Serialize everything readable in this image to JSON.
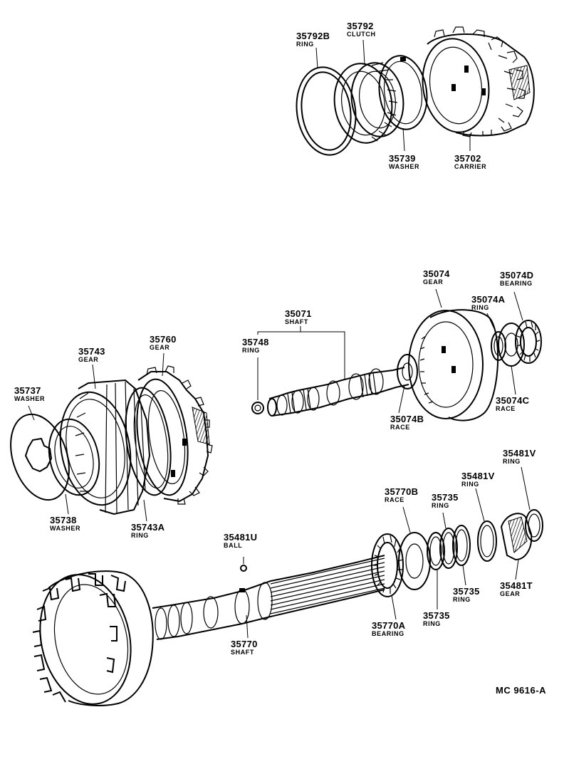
{
  "parts": {
    "p35792b": {
      "number": "35792B",
      "name": "RING"
    },
    "p35792": {
      "number": "35792",
      "name": "CLUTCH"
    },
    "p35739": {
      "number": "35739",
      "name": "WASHER"
    },
    "p35702": {
      "number": "35702",
      "name": "CARRIER"
    },
    "p35074": {
      "number": "35074",
      "name": "GEAR"
    },
    "p35074d": {
      "number": "35074D",
      "name": "BEARING"
    },
    "p35074a": {
      "number": "35074A",
      "name": "RING"
    },
    "p35071": {
      "number": "35071",
      "name": "SHAFT"
    },
    "p35748": {
      "number": "35748",
      "name": "RING"
    },
    "p35074b": {
      "number": "35074B",
      "name": "RACE"
    },
    "p35074c": {
      "number": "35074C",
      "name": "RACE"
    },
    "p35760": {
      "number": "35760",
      "name": "GEAR"
    },
    "p35743": {
      "number": "35743",
      "name": "GEAR"
    },
    "p35737": {
      "number": "35737",
      "name": "WASHER"
    },
    "p35738": {
      "number": "35738",
      "name": "WASHER"
    },
    "p35743a": {
      "number": "35743A",
      "name": "RING"
    },
    "p35481v_top": {
      "number": "35481V",
      "name": "RING"
    },
    "p35481v_mid": {
      "number": "35481V",
      "name": "RING"
    },
    "p35770b": {
      "number": "35770B",
      "name": "RACE"
    },
    "p35735_top": {
      "number": "35735",
      "name": "RING"
    },
    "p35481u": {
      "number": "35481U",
      "name": "BALL"
    },
    "p35481t": {
      "number": "35481T",
      "name": "GEAR"
    },
    "p35735_mid": {
      "number": "35735",
      "name": "RING"
    },
    "p35735_low": {
      "number": "35735",
      "name": "RING"
    },
    "p35770a": {
      "number": "35770A",
      "name": "BEARING"
    },
    "p35770": {
      "number": "35770",
      "name": "SHAFT"
    }
  },
  "figure_ref": "MC  9616-A"
}
